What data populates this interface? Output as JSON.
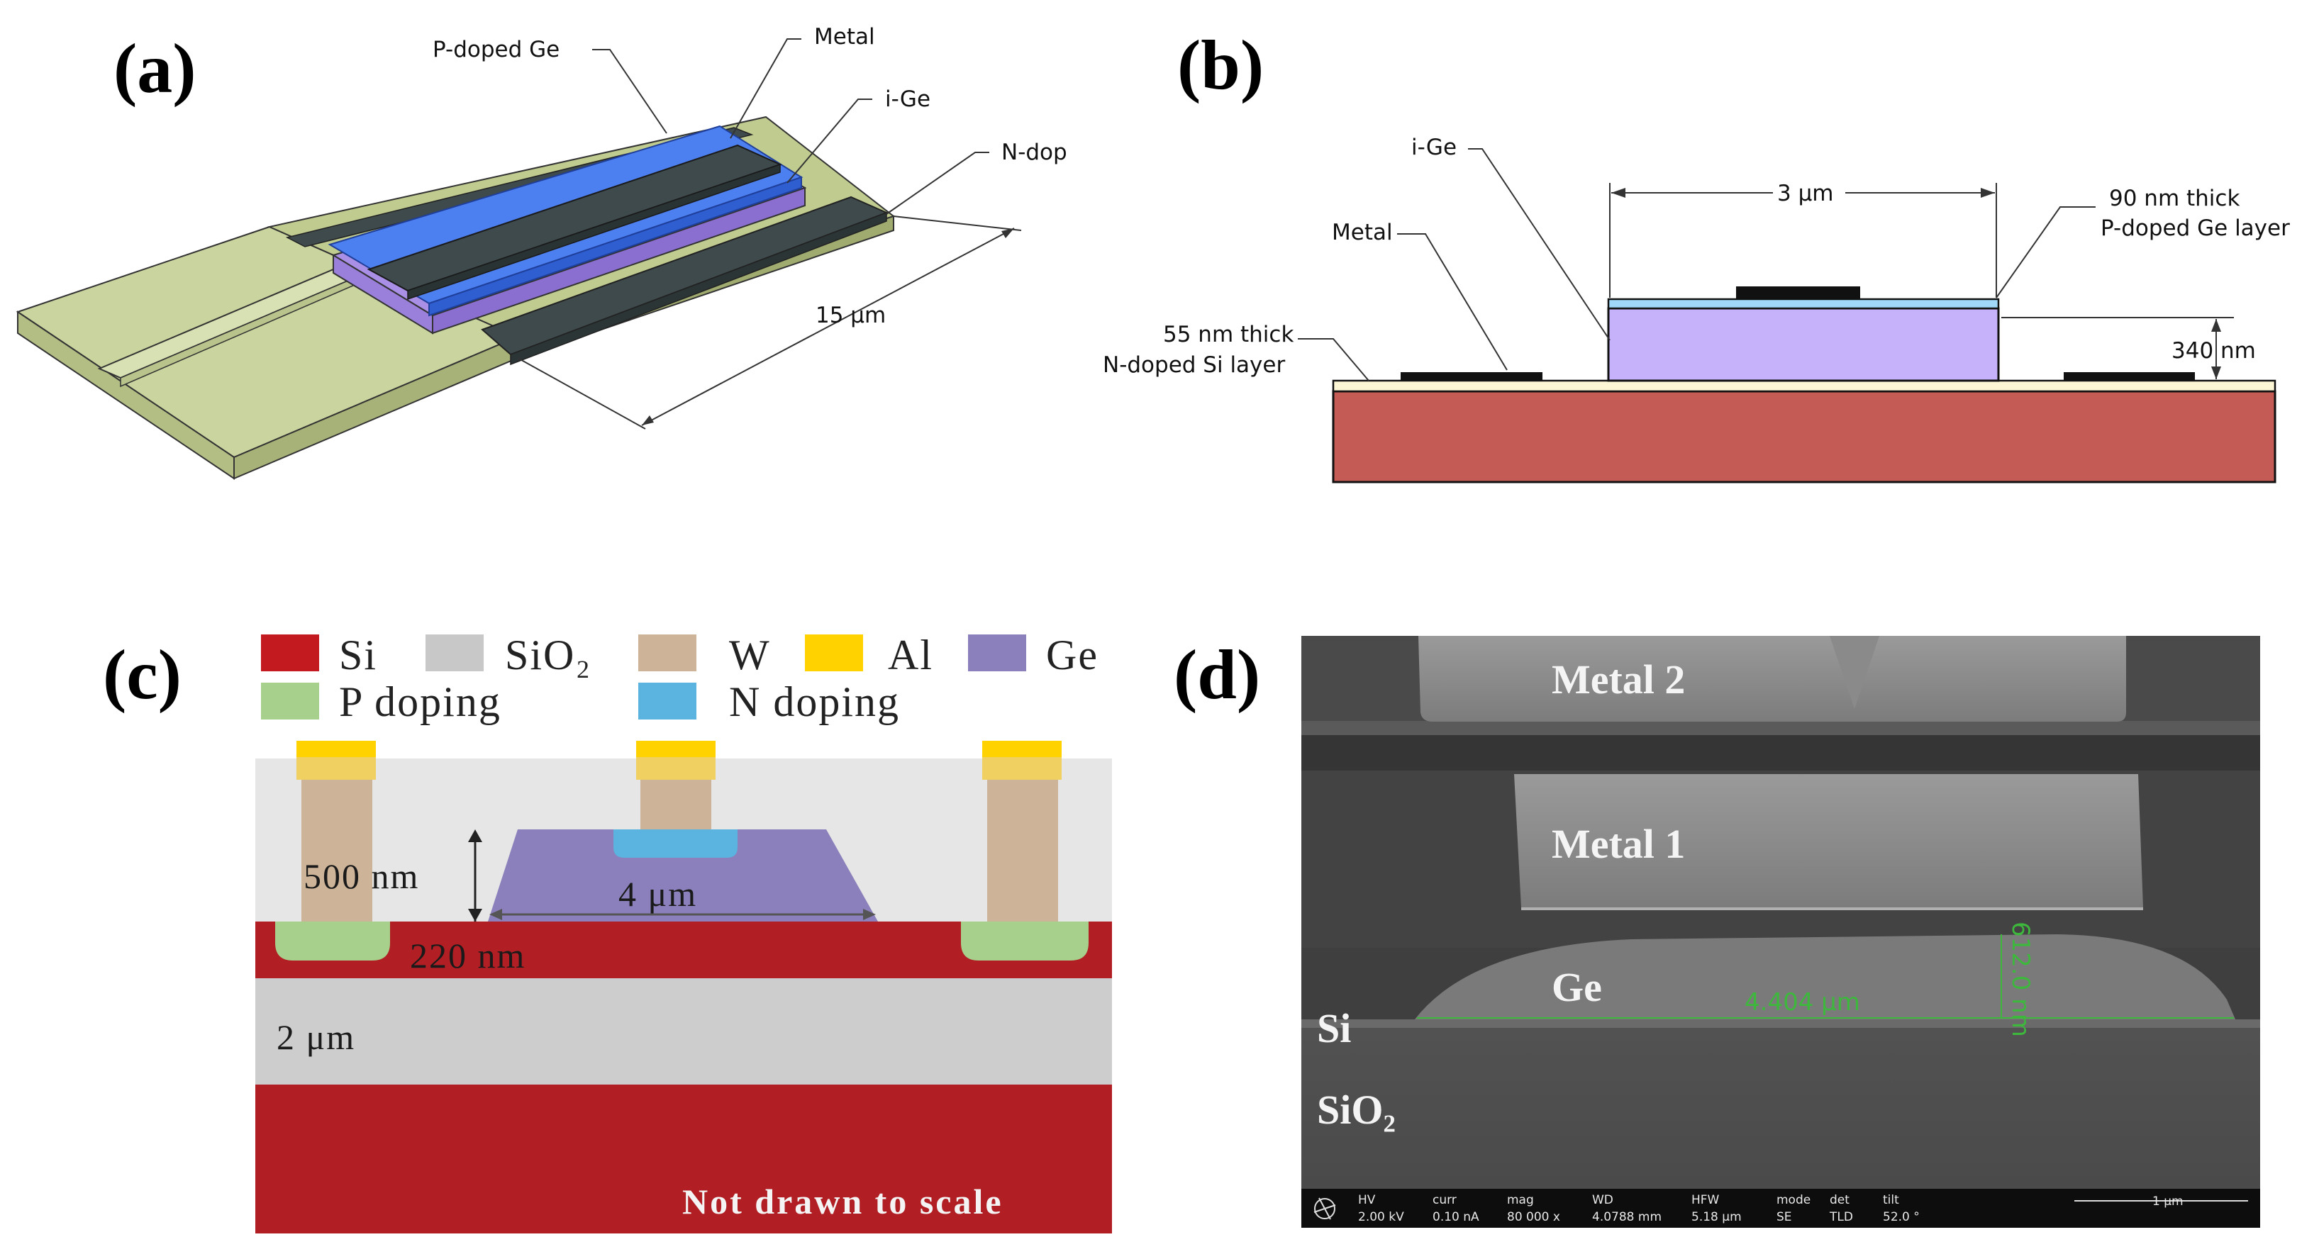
{
  "panels": {
    "a": {
      "label": "(a)",
      "callouts": [
        "P-doped Ge",
        "Metal",
        "i-Ge",
        "N-dop"
      ],
      "dimension": "15 μm"
    },
    "b": {
      "label": "(b)",
      "callouts": {
        "ige": "i-Ge",
        "metal": "Metal",
        "width": "3 μm",
        "pge_line1": "90 nm thick",
        "pge_line2": "P-doped Ge layer",
        "nsi_line1": "55 nm thick",
        "nsi_line2": "N-doped Si layer",
        "height": "340 nm"
      }
    },
    "c": {
      "label": "(c)",
      "legend": [
        {
          "text": "Si",
          "color": "#c21a1f"
        },
        {
          "text": "SiO₂",
          "color": "#c8c8c8"
        },
        {
          "text": "W",
          "color": "#cdb499"
        },
        {
          "text": "Al",
          "color": "#ffd200"
        },
        {
          "text": "Ge",
          "color": "#8b80bb"
        },
        {
          "text": "P doping",
          "color": "#a6d08c"
        },
        {
          "text": "N doping",
          "color": "#5ab4df"
        }
      ],
      "dims": {
        "height": "500 nm",
        "width": "4 μm",
        "si_thickness": "220 nm",
        "box": "2 μm"
      },
      "note": "Not drawn to scale"
    },
    "d": {
      "label": "(d)",
      "labels": {
        "metal2": "Metal 2",
        "metal1": "Metal 1",
        "ge": "Ge",
        "si": "Si",
        "sio2": "SiO₂"
      },
      "measurements": {
        "width": "4.404 μm",
        "height": "612.0 nm"
      },
      "databar": {
        "headers": [
          "HV",
          "curr",
          "mag",
          "WD",
          "HFW",
          "mode",
          "det",
          "tilt"
        ],
        "values": [
          "2.00 kV",
          "0.10 nA",
          "80 000 x",
          "4.0788 mm",
          "5.18 μm",
          "SE",
          "TLD",
          "52.0 °"
        ],
        "scale": "1 μm"
      }
    }
  }
}
